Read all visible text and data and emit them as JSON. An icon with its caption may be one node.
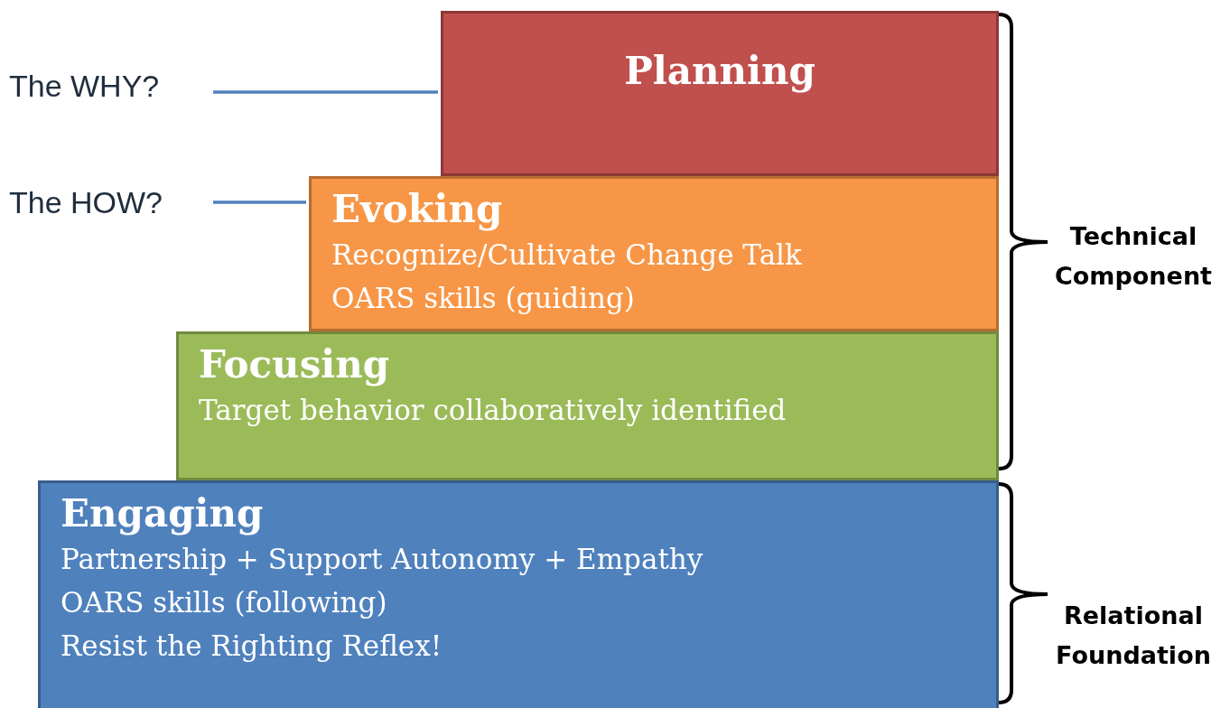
{
  "diagram": {
    "nodes": [
      {
        "text": [
          "Planning"
        ]
      },
      {
        "text": [
          "Evoking",
          "Recognize/Cultivate Change Talk",
          "OARS skills (guiding)"
        ]
      },
      {
        "text": [
          "Focusing",
          "Target behavior collaboratively identified"
        ]
      },
      {
        "text": [
          "Engaging",
          "Partnership + Support Autonomy + Empathy",
          "OARS skills (following)",
          "Resist the Righting Reflex!"
        ]
      },
      {
        "text": [
          "The WHY?"
        ]
      },
      {
        "text": [
          "The HOW?"
        ]
      }
    ],
    "edges": [
      {
        "from": 4,
        "to": 0,
        "arrow": "none"
      },
      {
        "from": 5,
        "to": 1,
        "arrow": "none"
      }
    ],
    "labels": [
      "Technical Component",
      "Relational Foundation"
    ]
  }
}
